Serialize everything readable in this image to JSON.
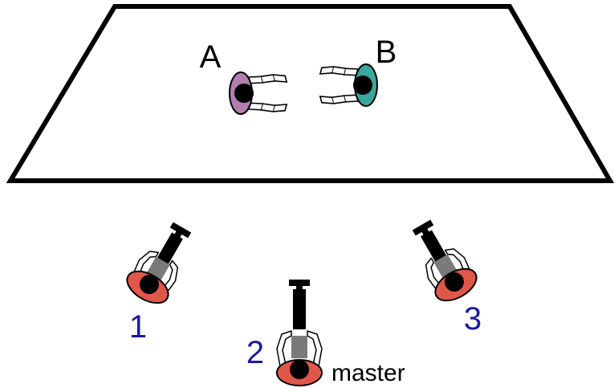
{
  "actors": [
    {
      "label": "A",
      "shirt_color": "#b07fb0"
    },
    {
      "label": "B",
      "shirt_color": "#3aa89c"
    }
  ],
  "camera_operators": [
    {
      "label": "1",
      "shirt_color": "#e0574a"
    },
    {
      "label": "2",
      "shirt_color": "#e0574a"
    },
    {
      "label": "3",
      "shirt_color": "#e0574a"
    }
  ],
  "master_label": "master",
  "colors": {
    "actor_label": "#000000",
    "camera_label": "#1a1aa0",
    "outline": "#000000"
  }
}
